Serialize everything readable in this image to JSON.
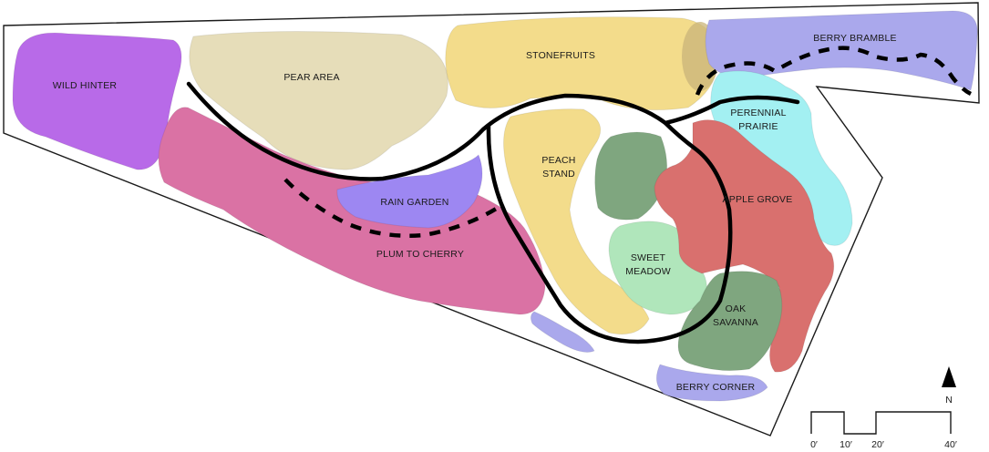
{
  "colors": {
    "wild_hinter": "#b86ae8",
    "pear_area": "#e6ddb9",
    "stonefruits": "#f3dc8b",
    "berry_bramble": "#aaa8ec",
    "perennial_prairie": "#a3f0f2",
    "plum_to_cherry": "#da72a4",
    "rain_garden": "#9d87f2",
    "peach_stand": "#f3dc8b",
    "green_zone": "#7fa67f",
    "sweet_meadow": "#b0e6bb",
    "apple_grove": "#d9706e",
    "oak_savanna": "#7fa67f",
    "berry_corner": "#aaa8ec",
    "small_lavender": "#aaa8ec"
  },
  "zones": {
    "wild_hinter": {
      "label": "WILD HINTER"
    },
    "pear_area": {
      "label": "PEAR AREA"
    },
    "stonefruits": {
      "label": "STONEFRUITS"
    },
    "berry_bramble": {
      "label": "BERRY BRAMBLE"
    },
    "perennial_prairie": {
      "line1": "PERENNIAL",
      "line2": "PRAIRIE"
    },
    "rain_garden": {
      "label": "RAIN GARDEN"
    },
    "plum_to_cherry": {
      "label": "PLUM TO CHERRY"
    },
    "peach_stand": {
      "line1": "PEACH",
      "line2": "STAND"
    },
    "sweet_meadow": {
      "line1": "SWEET",
      "line2": "MEADOW"
    },
    "apple_grove": {
      "label": "APPLE GROVE"
    },
    "oak_savanna": {
      "line1": "OAK",
      "line2": "SAVANNA"
    },
    "berry_corner": {
      "label": "BERRY CORNER"
    }
  },
  "north": {
    "label": "N"
  },
  "scale": {
    "ticks": [
      {
        "label": "0′"
      },
      {
        "label": "10′"
      },
      {
        "label": "20′"
      },
      {
        "label": "40′"
      }
    ]
  }
}
